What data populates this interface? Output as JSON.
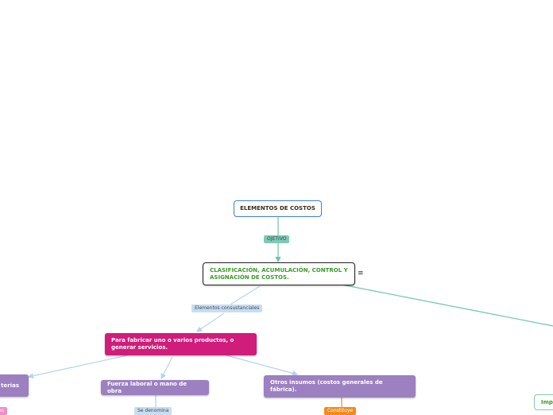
{
  "nodes": {
    "main": "ELEMENTOS DE COSTOS",
    "central": "CLASIFICACIÓN, ACUMULACIÓN, CONTROL Y ASIGNACIÓN DE COSTOS.",
    "para_fabricar": "Para fabricar uno o varios productos, o generar servicios.",
    "materias": "terias",
    "fuerza_laboral": "Fuerza laboral o mano de obra",
    "otros_insumos": "Otros insumos (costos generales de fábrica).",
    "imp": "Imp"
  },
  "labels": {
    "objetivo": "OJETIVO",
    "elementos": "Elementos consustanciales",
    "se_denomina": "Se denomina",
    "constituye": "Constituye",
    "pink_partial": "es"
  },
  "icons": {
    "central_menu": "≡"
  },
  "colors": {
    "main_border": "#3f7fd6",
    "central_text": "#3a9a26",
    "magenta": "#d01c7a",
    "purple": "#9c80c0",
    "teal": "#7fcab5",
    "light_blue": "#c8def0",
    "orange": "#f28a1c",
    "pink": "#f28cc8"
  }
}
